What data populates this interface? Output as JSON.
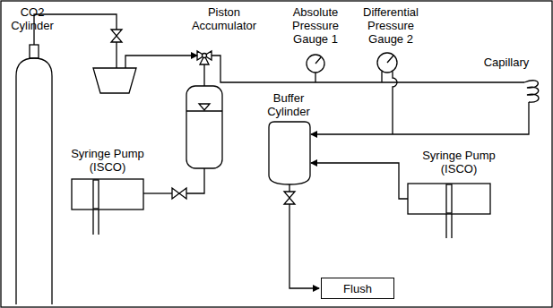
{
  "diagram": {
    "nodes": [
      {
        "text": [
          "Flush"
        ]
      }
    ],
    "labels": [
      "CO2 Cylinder",
      "Piston Accumulator",
      "Absolute Pressure Gauge 1",
      "Differential Pressure Gauge 2",
      "Capillary",
      "Buffer Cylinder",
      "Syringe Pump (ISCO)",
      "Syringe Pump (ISCO)"
    ]
  }
}
